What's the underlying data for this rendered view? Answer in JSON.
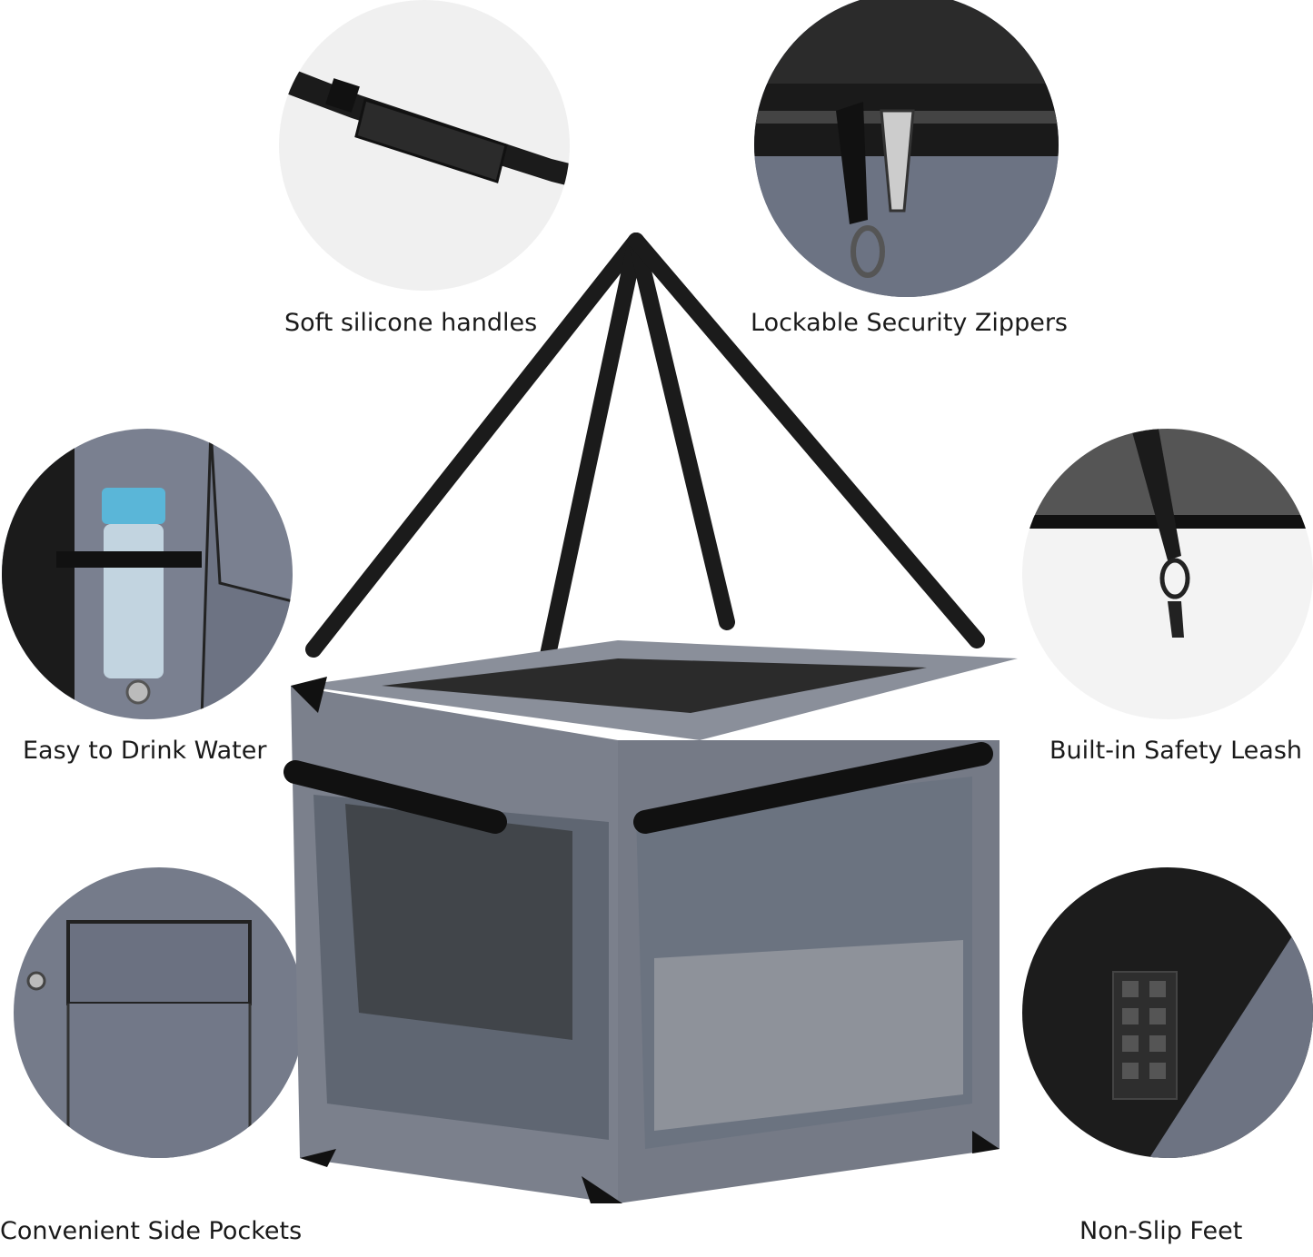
{
  "features": [
    {
      "id": "handles",
      "label": "Soft silicone handles",
      "icon": "handle-strap-icon"
    },
    {
      "id": "zippers",
      "label": "Lockable Security Zippers",
      "icon": "zipper-icon"
    },
    {
      "id": "water",
      "label": "Easy to Drink Water",
      "icon": "water-bottle-icon"
    },
    {
      "id": "leash",
      "label": "Built-in Safety Leash",
      "icon": "leash-clip-icon"
    },
    {
      "id": "pockets",
      "label": "Convenient Side Pockets",
      "icon": "pocket-icon"
    },
    {
      "id": "feet",
      "label": "Non-Slip Feet",
      "icon": "rubber-feet-icon"
    }
  ],
  "colors": {
    "fabric": "#7b808c",
    "fabric_dark": "#5d626c",
    "strap": "#1b1b1b",
    "mesh": "#2a2a2a",
    "window": "#6f7682",
    "circle_bg": "#f1f1f1"
  }
}
